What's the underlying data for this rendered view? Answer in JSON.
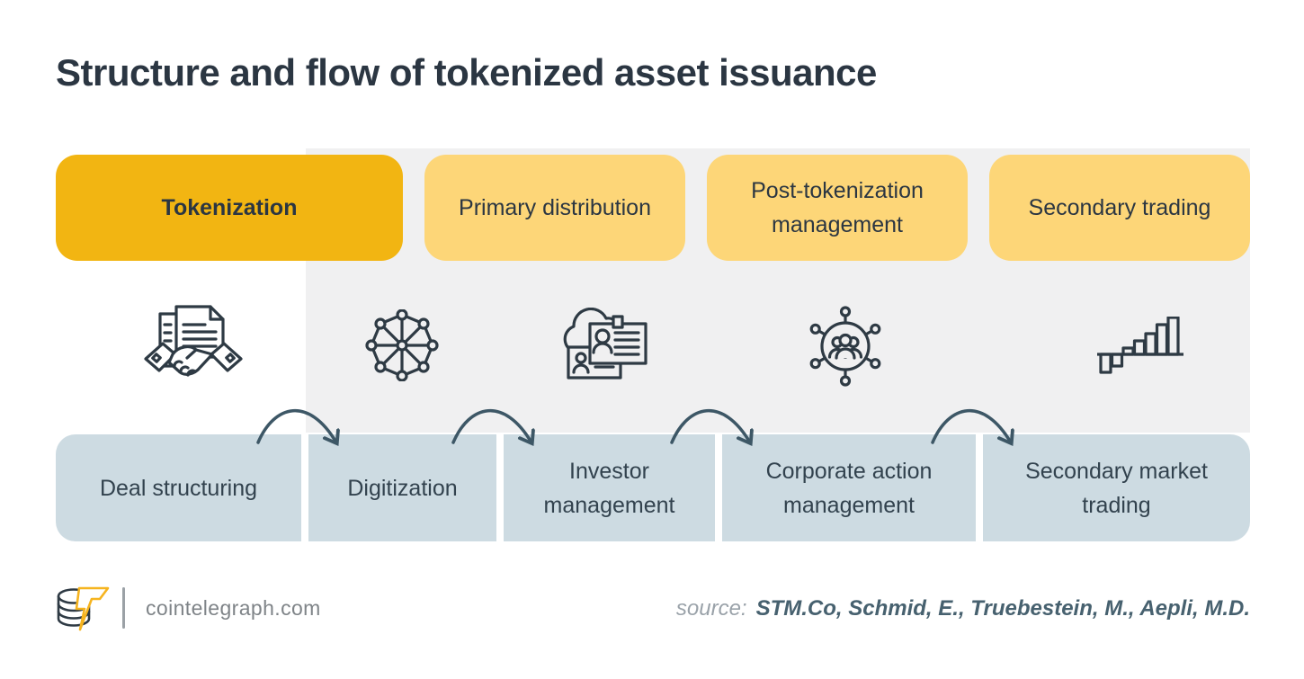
{
  "title": "Structure and flow of tokenized asset issuance",
  "colors": {
    "accent_gold": "#f2b512",
    "phase_yellow": "#fdd678",
    "panel_gray": "#f0f0f1",
    "step_blue": "#cddbe2",
    "ink": "#2b3642",
    "arrow": "#3d5766",
    "bolt_yellow": "#f6b41f"
  },
  "phases": [
    {
      "label": "Tokenization",
      "active": true
    },
    {
      "label": "Primary distribution",
      "active": false
    },
    {
      "label": "Post-tokenization management",
      "active": false
    },
    {
      "label": "Secondary trading",
      "active": false
    }
  ],
  "steps": [
    {
      "label": "Deal structuring",
      "icon": "handshake-document-icon"
    },
    {
      "label": "Digitization",
      "icon": "network-nodes-icon"
    },
    {
      "label": "Investor management",
      "icon": "cloud-id-cards-icon"
    },
    {
      "label": "Corporate action management",
      "icon": "people-hub-icon"
    },
    {
      "label": "Secondary market trading",
      "icon": "growth-bar-chart-icon"
    }
  ],
  "footer": {
    "site": "cointelegraph.com",
    "source_label": "source:",
    "source_authors": "STM.Co, Schmid, E., Truebestein, M., Aepli, M.D."
  }
}
